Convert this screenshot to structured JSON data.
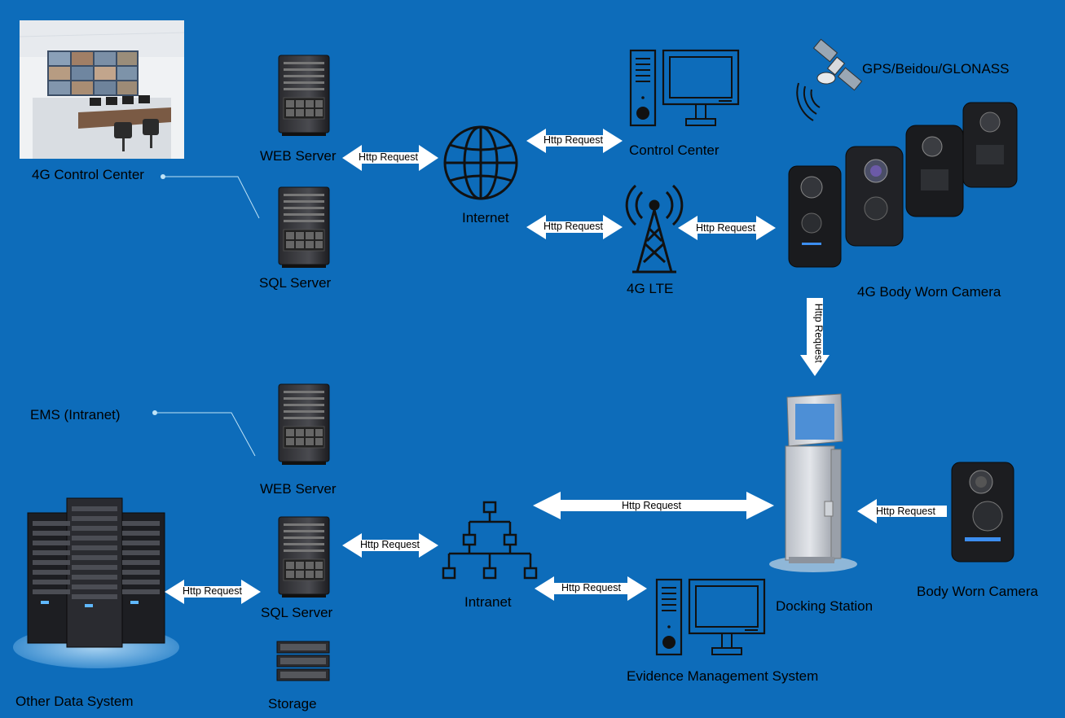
{
  "labels": {
    "control_center_4g": "4G Control Center",
    "web_server_top": "WEB Server",
    "sql_server_top": "SQL Server",
    "internet": "Internet",
    "control_center": "Control Center",
    "lte_4g": "4G LTE",
    "gps": "GPS/Beidou/GLONASS",
    "body_cam_4g": "4G Body Worn Camera",
    "ems_intranet": "EMS (Intranet)",
    "web_server_bottom": "WEB Server",
    "sql_server_bottom": "SQL Server",
    "storage": "Storage",
    "other_data_system": "Other Data System",
    "intranet": "Intranet",
    "evidence_mgmt": "Evidence Management System",
    "docking_station": "Docking Station",
    "body_cam": "Body Worn Camera"
  },
  "arrows": {
    "web_internet": "Http Request",
    "internet_control": "Http Request",
    "internet_lte": "Http Request",
    "lte_camera": "Http Request",
    "camera_docking": "Http Request",
    "intranet_docking": "Http Request",
    "bodycam_docking": "Http Request",
    "sql_intranet": "Http Request",
    "intranet_evidence": "Http Request",
    "other_sql": "Http Request"
  },
  "colors": {
    "background": "#0d6cba",
    "arrow_fill": "#ffffff",
    "connector_line": "#bfe3f7"
  }
}
